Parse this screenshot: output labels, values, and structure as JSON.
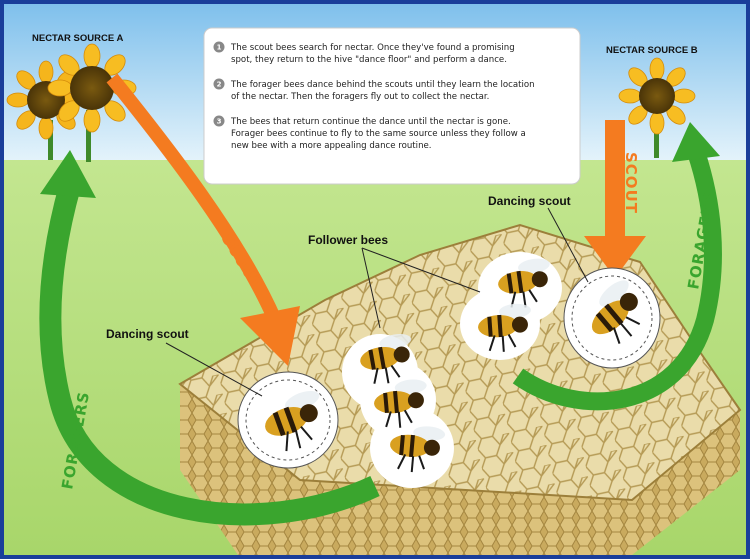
{
  "labels": {
    "nectar_a": "NECTAR SOURCE A",
    "nectar_b": "NECTAR SOURCE B",
    "dancing_scout_left": "Dancing scout",
    "dancing_scout_right": "Dancing scout",
    "follower_bees": "Follower bees",
    "scout_left": "SCOUT",
    "scout_right": "SCOUT",
    "foragers_left": "FORAGERS",
    "foragers_right": "FORAGERS"
  },
  "steps": [
    {
      "num": "1",
      "lines": [
        "The scout bees search for nectar. Once they've found a promising",
        "spot, they return to the hive \"dance floor\" and perform a dance."
      ]
    },
    {
      "num": "2",
      "lines": [
        "The forager bees dance behind the scouts until they learn the location",
        "of the nectar. Then the foragers fly out to collect the nectar."
      ]
    },
    {
      "num": "3",
      "lines": [
        "The bees that return continue the dance until the nectar is gone.",
        "Forager bees continue to fly to the same source unless they follow a",
        "new bee with a more appealing dance routine."
      ]
    }
  ],
  "colors": {
    "sky_top": "#8cc6ee",
    "ground": "#b7df7a",
    "scout_arrow": "#f47b20",
    "forager_arrow": "#3aa52e",
    "honeycomb": "#e7d9a4"
  }
}
